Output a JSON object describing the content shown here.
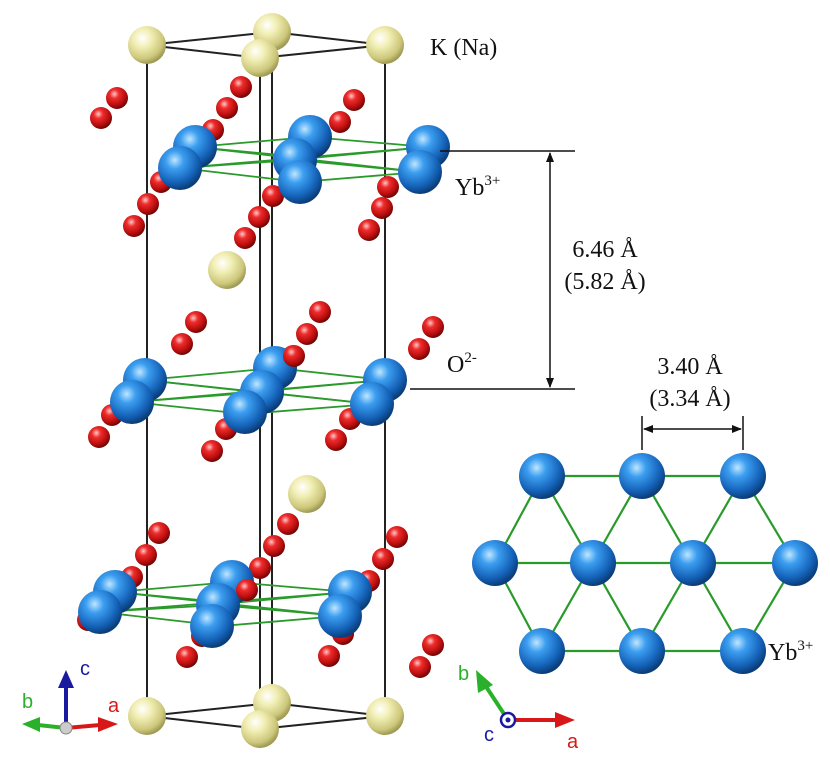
{
  "labels": {
    "k_na": "K (Na)",
    "yb_main": "Yb",
    "yb_main_sup": "3+",
    "interlayer_distance": "6.46 Å",
    "interlayer_distance_alt": "(5.82 Å)",
    "oxygen": "O",
    "oxygen_sup": "2-",
    "yb_yb_distance": "3.40 Å",
    "yb_yb_distance_alt": "(3.34 Å)",
    "yb_inset": "Yb",
    "yb_inset_sup": "3+"
  },
  "axes_main": {
    "c": "c",
    "b": "b",
    "a": "a"
  },
  "axes_inset": {
    "b": "b",
    "c": "c",
    "a": "a"
  },
  "colors": {
    "yb": "#1f7fd6",
    "oxygen": "#d81818",
    "alkali": "#e8e49a",
    "bond": "#2a9a2a",
    "cell": "#222222",
    "axis_a": "#d81818",
    "axis_b": "#2ab02a",
    "axis_c": "#1a1aa0"
  }
}
